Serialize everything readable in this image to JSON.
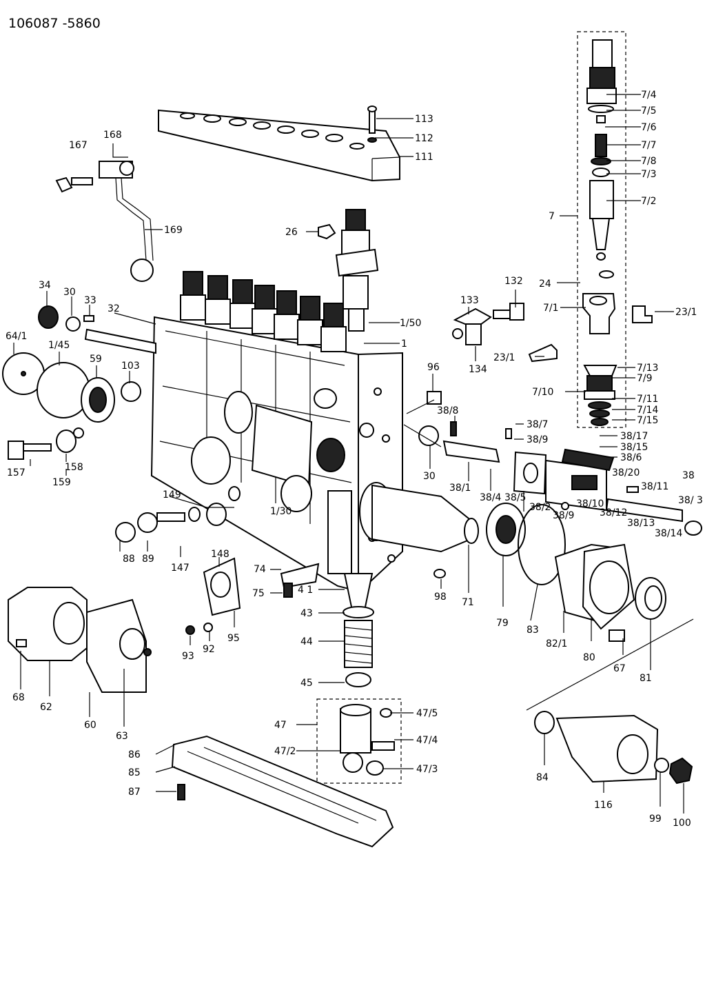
{
  "document_number": "106087 -5860",
  "labels": {
    "l7_4": "7/4",
    "l7_5": "7/5",
    "l7_6": "7/6",
    "l7_7": "7/7",
    "l7_8": "7/8",
    "l7_3": "7/3",
    "l7_2": "7/2",
    "l7": "7",
    "l113": "113",
    "l112": "112",
    "l111": "111",
    "l168": "168",
    "l167": "167",
    "l169": "169",
    "l26": "26",
    "l24": "24",
    "l7_1": "7/1",
    "l23_1a": "23/1",
    "l23_1b": "23/1",
    "l132": "132",
    "l133": "133",
    "l134": "134",
    "l1_50": "1/50",
    "l1": "1",
    "l96": "96",
    "l34": "34",
    "l30a": "30",
    "l33": "33",
    "l32": "32",
    "l64_1": "64/1",
    "l1_45": "1/45",
    "l59": "59",
    "l103": "103",
    "l7_13": "7/13",
    "l7_9": "7/9",
    "l7_10": "7/10",
    "l7_11": "7/11",
    "l7_14": "7/14",
    "l7_15": "7/15",
    "l38_8": "38/8",
    "l38_7": "38/7",
    "l38_9a": "38/9",
    "l38_17": "38/17",
    "l38_15": "38/15",
    "l38_6": "38/6",
    "l38": "38",
    "l38_20": "38/20",
    "l38_11": "38/11",
    "l38_3": "38/ 3",
    "l157": "157",
    "l158": "158",
    "l159": "159",
    "l30b": "30",
    "l38_1": "38/1",
    "l38_4": "38/4",
    "l38_5": "38/5",
    "l38_2": "38/2",
    "l38_10": "38/10",
    "l38_12": "38/12",
    "l38_9b": "38/9",
    "l38_13": "38/13",
    "l38_14": "38/14",
    "l149": "149",
    "l1_30": "1/30",
    "l88": "88",
    "l89": "89",
    "l147": "147",
    "l148": "148",
    "l74": "74",
    "l75": "75",
    "l41": "4 1",
    "l43": "43",
    "l44": "44",
    "l45": "45",
    "l98": "98",
    "l71": "71",
    "l79": "79",
    "l83": "83",
    "l82_1": "82/1",
    "l80": "80",
    "l67": "67",
    "l81": "81",
    "l68": "68",
    "l62": "62",
    "l60": "60",
    "l63": "63",
    "l93": "93",
    "l92": "92",
    "l95": "95",
    "l47": "47",
    "l47_5": "47/5",
    "l47_2": "47/2",
    "l47_4": "47/4",
    "l47_3": "47/3",
    "l84": "84",
    "l116": "116",
    "l99": "99",
    "l100": "100",
    "l86": "86",
    "l85": "85",
    "l87": "87"
  }
}
